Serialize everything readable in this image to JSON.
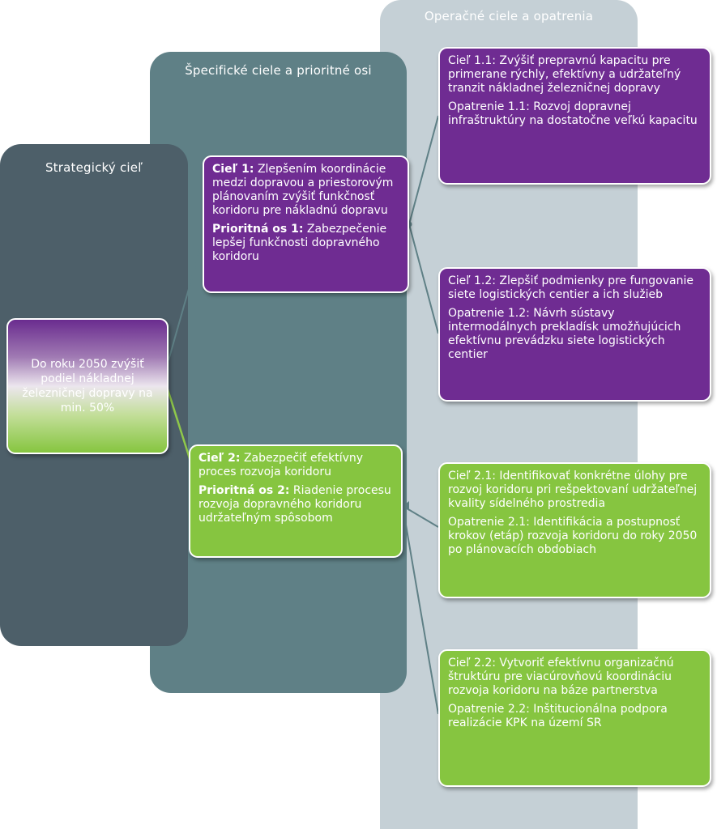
{
  "panels": {
    "strategic": "Strategický cieľ",
    "specific": "Špecifické ciele a prioritné osi",
    "operative": "Operačné ciele a opatrenia"
  },
  "strategic_goal": "Do roku 2050 zvýšiť podiel nákladnej železničnej dopravy na min. 50%",
  "goal_1": {
    "label": "Cieľ 1:",
    "text": "Zlepšením koordinácie medzi dopravou a priestorovým plánovaním zvýšiť funkčnosť koridoru pre nákladnú dopravu",
    "axis_label": "Prioritná os 1:",
    "axis_text": "Zabezpečenie lepšej funkčnosti dopravného koridoru"
  },
  "goal_2": {
    "label": "Cieľ 2:",
    "text": "Zabezpečiť efektívny proces rozvoja koridoru",
    "axis_label": "Prioritná os 2:",
    "axis_text": "Riadenie procesu rozvoja dopravného koridoru udržateľným spôsobom"
  },
  "goal_1_1": {
    "goal": "Cieľ 1.1: Zvýšiť prepravnú kapacitu pre primerane rýchly, efektívny a udržateľný tranzit nákladnej železničnej dopravy",
    "measure": "Opatrenie 1.1: Rozvoj dopravnej infraštruktúry na dostatočne veľkú kapacitu"
  },
  "goal_1_2": {
    "goal": "Cieľ 1.2: Zlepšiť podmienky pre fungovanie siete logistických centier a ich služieb",
    "measure": "Opatrenie 1.2: Návrh sústavy intermodálnych prekladísk umožňujúcich efektívnu prevádzku siete logistických centier"
  },
  "goal_2_1": {
    "goal": "Cieľ 2.1: Identifikovať konkrétne úlohy pre rozvoj koridoru pri rešpektovaní udržateľnej kvality sídelného prostredia",
    "measure": "Opatrenie 2.1: Identifikácia a postupnosť krokov (etáp) rozvoja koridoru do roky 2050 po plánovacích obdobiach"
  },
  "goal_2_2": {
    "goal": "Cieľ 2.2: Vytvoriť efektívnu organizačnú štruktúru pre viacúrovňovú koordináciu rozvoja koridoru na báze partnerstva",
    "measure": "Opatrenie 2.2: Inštitucionálna podpora realizácie KPK na území SR"
  },
  "colors": {
    "purple": "#6f2c92",
    "green": "#86c540",
    "panel_dark": "#4d5f69",
    "panel_teal": "#5f8086",
    "panel_light": "#c5d0d6"
  }
}
